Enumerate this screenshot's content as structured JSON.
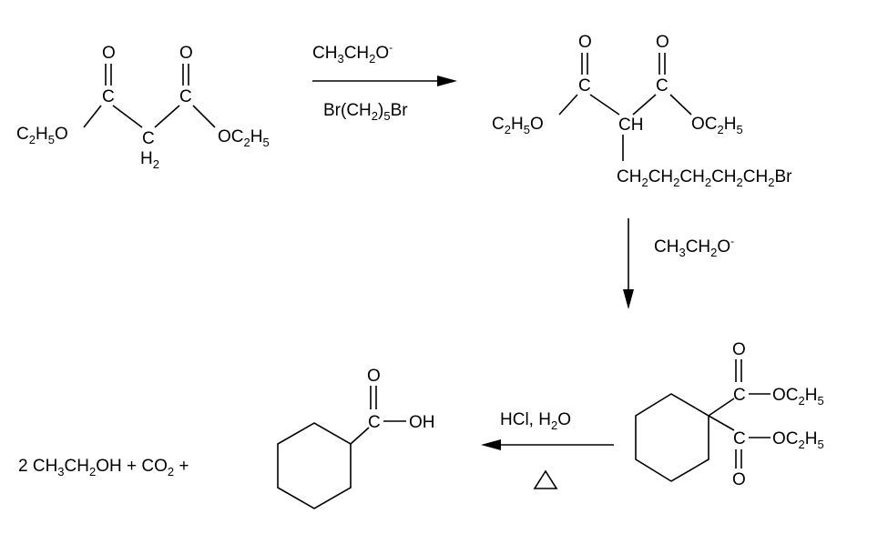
{
  "reactant": {
    "left_ethoxy": "C2H5O",
    "right_ethoxy": "OC2H5",
    "carbonyl_o": "O",
    "carbonyl_c": "C",
    "methylene_c": "C",
    "methylene_h": "H2"
  },
  "step1": {
    "reagent_top": "CH3CH2O-",
    "reagent_bottom": "Br(CH2)5Br"
  },
  "intermediate": {
    "left_ethoxy": "C2H5O",
    "right_ethoxy": "OC2H5",
    "carbonyl_o": "O",
    "carbonyl_c": "C",
    "center": "CH",
    "chain": "CH2CH2CH2CH2CH2Br"
  },
  "step2": {
    "reagent": "CH3CH2O-"
  },
  "cyclic_diester": {
    "ester_top": "OC2H5",
    "ester_bottom": "OC2H5",
    "carbonyl_c": "C",
    "carbonyl_o": "O"
  },
  "step3": {
    "reagent": "HCl, H2O",
    "heat_symbol": "heat"
  },
  "product": {
    "byproducts": "2 CH3CH2OH + CO2 +",
    "acid_c": "C",
    "acid_oh": "OH",
    "acid_o": "O"
  }
}
